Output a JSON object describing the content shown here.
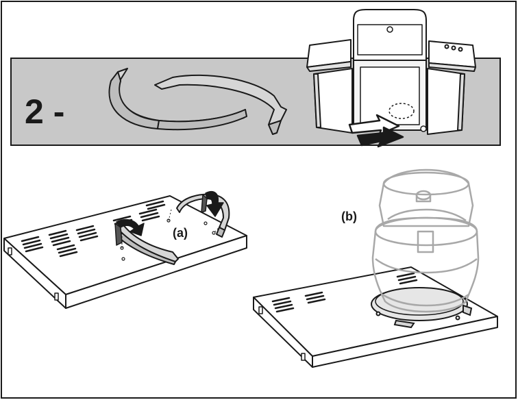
{
  "step": {
    "number_label": "2 -"
  },
  "callouts": {
    "a": "(a)",
    "b": "(b)"
  },
  "colors": {
    "band_fill": "#c8c8c8",
    "ink": "#1a1a1a",
    "line_gray": "#777777",
    "ghost": "#a8a8a8",
    "part_fill": "#d6d6d6"
  },
  "icons": {
    "heat_shield": "curved-ring-part",
    "grill": "gas-grill-cabinet",
    "insert_arrow": "double-arrow",
    "rotate_arrows": "curved-arrow",
    "tank": "propane-tank"
  }
}
